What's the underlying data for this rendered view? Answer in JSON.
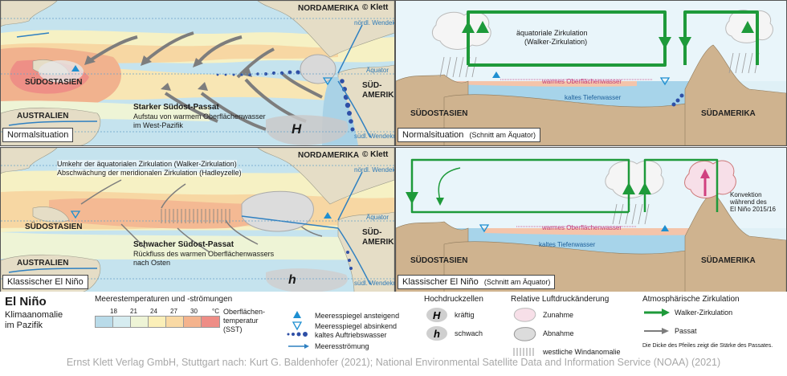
{
  "copyright": "© Klett",
  "top_map": {
    "continent_north_america": "NORDAMERIKA",
    "continent_south_america": "SÜD-\nAMERIKA",
    "region_southeast_asia": "SÜDOSTASIEN",
    "continent_australia": "AUSTRALIEN",
    "tropic_north": "nördl. Wendekreis",
    "tropic_south": "südl. Wendekreis",
    "equator": "Äquator",
    "trade_wind_title": "Starker Südost-Passat",
    "trade_wind_text_1": "Aufstau von warmem Oberflächenwasser",
    "trade_wind_text_2": "im West-Pazifik",
    "high_label": "H",
    "caption": "Normalsituation"
  },
  "top_section": {
    "walker_title": "äquatoriale Zirkulation",
    "walker_sub": "(Walker-Zirkulation)",
    "warm_water": "warmes Oberflächenwasser",
    "cold_water": "kaltes Tiefenwasser",
    "region_left": "SÜDOSTASIEN",
    "region_right": "SÜDAMERIKA",
    "caption_main": "Normalsituation",
    "caption_sub": "(Schnitt am Äquator)"
  },
  "bottom_map": {
    "reversal_1": "Umkehr der äquatorialen Zirkulation (Walker-Zirkulation)",
    "reversal_2": "Abschwächung der meridionalen Zirkulation (Hadleyzelle)",
    "continent_north_america": "NORDAMERIKA",
    "continent_south_america": "SÜD-\nAMERIKA",
    "region_southeast_asia": "SÜDOSTASIEN",
    "continent_australia": "AUSTRALIEN",
    "tropic_north": "nördl. Wendekreis",
    "tropic_south": "südl. Wendekreis",
    "equator": "Äquator",
    "trade_wind_title": "Schwacher Südost-Passat",
    "trade_wind_text_1": "Rückfluss des warmen Oberflächenwassers",
    "trade_wind_text_2": "nach Osten",
    "high_label": "h",
    "caption": "Klassischer El Niño"
  },
  "bottom_section": {
    "warm_water": "warmes Oberflächenwasser",
    "cold_water": "kaltes Tiefenwasser",
    "region_left": "SÜDOSTASIEN",
    "region_right": "SÜDAMERIKA",
    "convection_1": "Konvektion",
    "convection_2": "während des",
    "convection_3": "El Niño 2015/16",
    "caption_main": "Klassischer El Niño",
    "caption_sub": "(Schnitt am Äquator)"
  },
  "legend": {
    "title": "El Niño",
    "subtitle_1": "Klimaanomalie",
    "subtitle_2": "im Pazifik",
    "sst_heading": "Meerestemperaturen und -strömungen",
    "sst_ticks": [
      "18",
      "21",
      "24",
      "27",
      "30",
      "°C"
    ],
    "sst_label_1": "Oberflächen-",
    "sst_label_2": "temperatur",
    "sst_label_3": "(SST)",
    "sea_rise": "Meeresspiegel ansteigend",
    "sea_fall": "Meeresspiegel absinkend",
    "upwelling": "kaltes Auftriebswasser",
    "current": "Meeresströmung",
    "high_heading": "Hochdruckzellen",
    "high_strong": "kräftig",
    "high_weak": "schwach",
    "pressure_heading": "Relative Luftdruckänderung",
    "increase": "Zunahme",
    "decrease": "Abnahme",
    "wind_anomaly": "westliche Windanomalie",
    "circ_heading": "Atmosphärische Zirkulation",
    "walker": "Walker-Zirkulation",
    "passat": "Passat",
    "note": "Die Dicke des Pfeiles zeigt die Stärke des Passates.",
    "sst_colors": [
      "#b9dbe9",
      "#d6ecf0",
      "#eef4d6",
      "#fbefb8",
      "#f9d9a4",
      "#f4b38d",
      "#ee8d86"
    ]
  },
  "credit": "Ernst Klett Verlag GmbH, Stuttgart nach: Kurt G. Baldenhofer (2021); National Environmental Satellite Data and Information Service (NOAA) (2021)"
}
